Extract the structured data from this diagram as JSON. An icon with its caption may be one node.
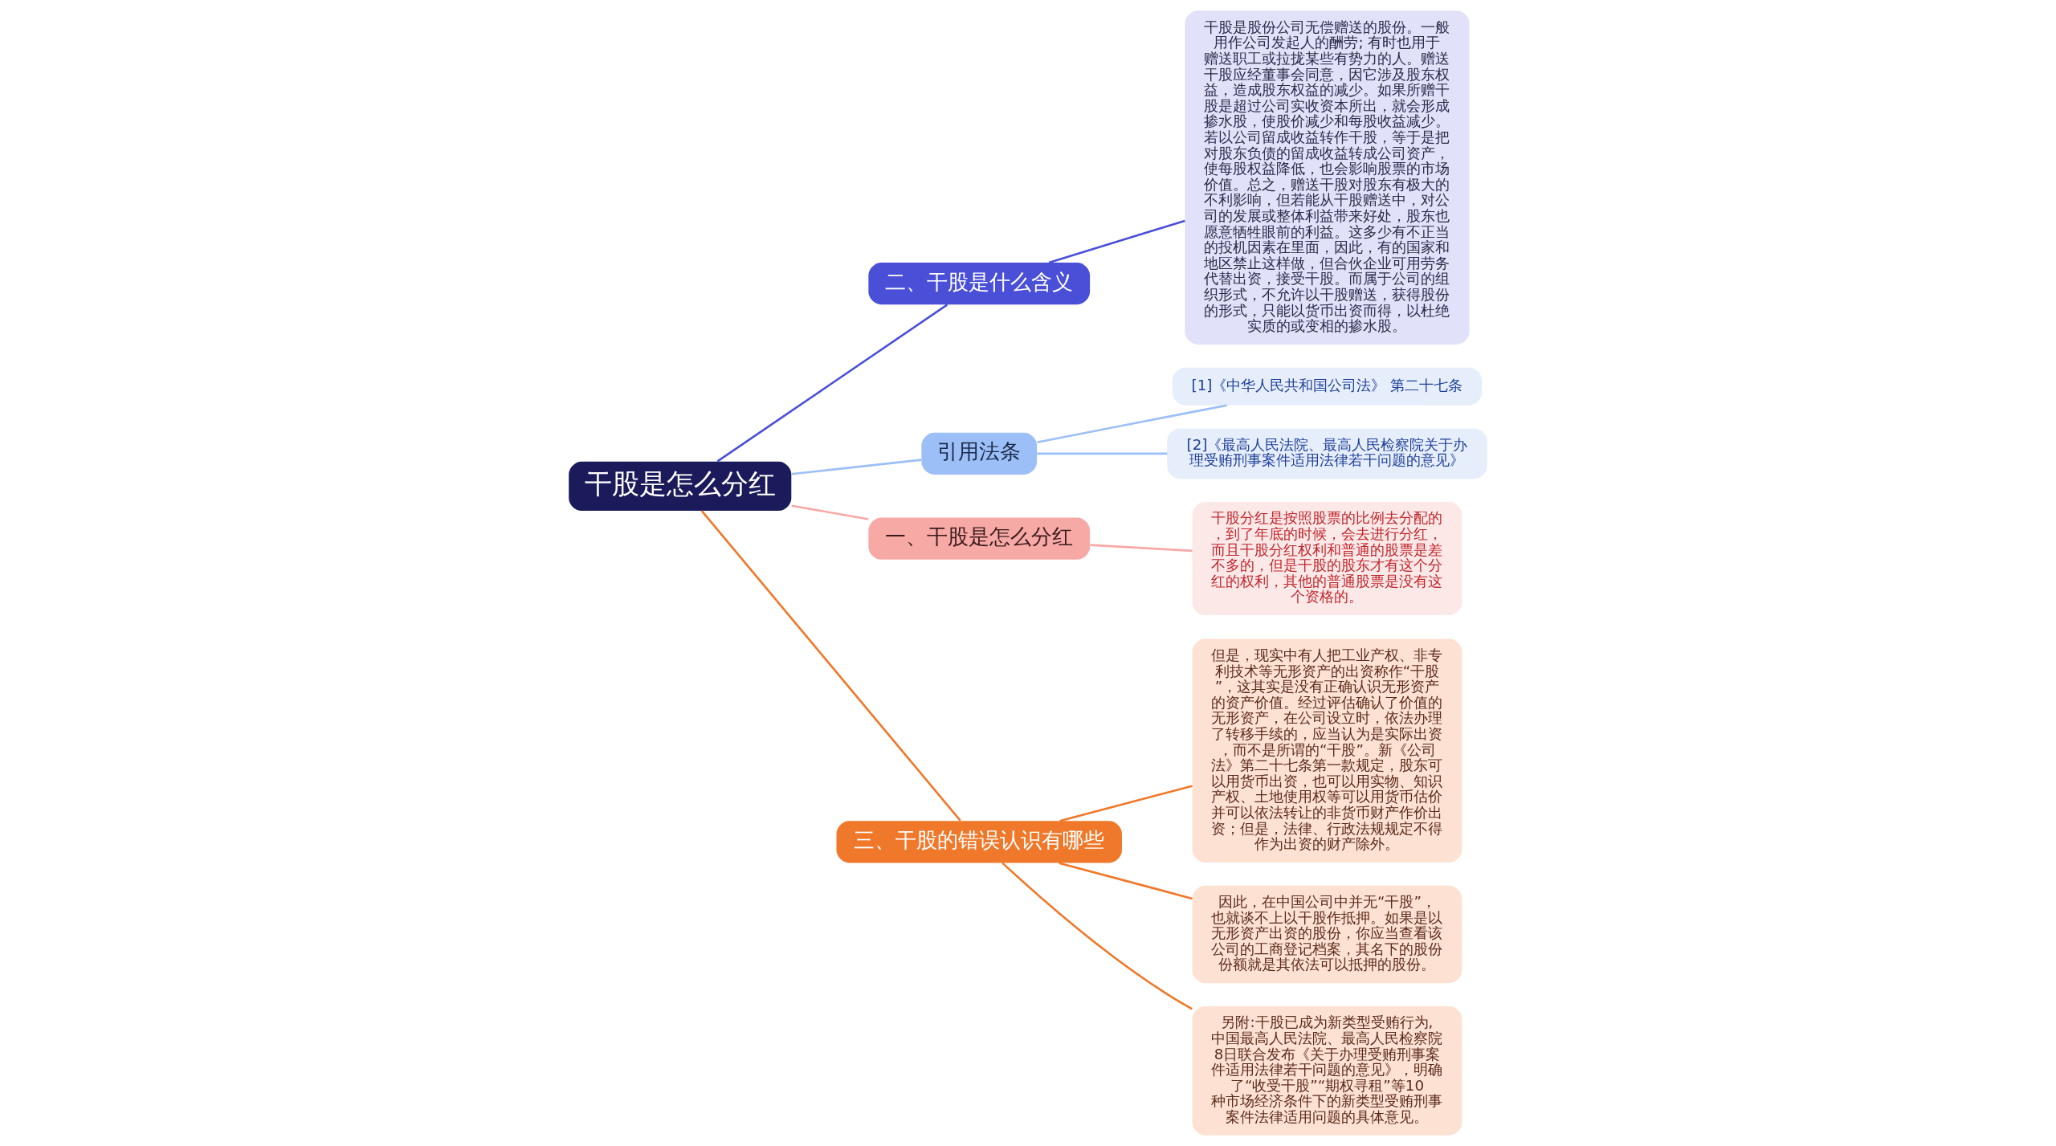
{
  "diagram": {
    "nodes": [
      {
        "text": [
          "干股是怎么分红"
        ]
      },
      {
        "text": [
          "二、干股是什么含义"
        ]
      },
      {
        "text": [
          "干股是股份公司无偿赠送的股份。一般用作公司发起人的酬劳; 有时也用于赠送职工或拉拢某些有势力的人。赠送干股应经董事会同意，因它涉及股东权益，造成股东权益的减少。如果所赠干股是超过公司实收资本所出，就会形成掺水股，使股价减少和每股收益减少。若以公司留成收益转作干股，等于是把对股东负债的留成收益转成公司资产，使每股权益降低，也会影响股票的市场价值。总之，赠送干股对股东有极大的不利影响，但若能从干股赠送中，对公司的发展或整体利益带来好处，股东也愿意牺牲眼前的利益。这多少有不正当的投机因素在里面，因此，有的国家和地区禁止这样做，但合伙企业可用劳务代替出资，接受干股。而属于公司的组织形式，不允许以干股赠送，获得股份的形式，只能以货币出资而得，以杜绝实质的或变相的掺水股。"
        ]
      },
      {
        "text": [
          "引用法条"
        ]
      },
      {
        "text": [
          "[1]《中华人民共和国公司法》 第二十七条"
        ]
      },
      {
        "text": [
          "[2]《最高人民法院、最高人民检察院关于办理受贿刑事案件适用法律若干问题的意见》"
        ]
      },
      {
        "text": [
          "一、干股是怎么分红"
        ]
      },
      {
        "text": [
          "干股分红是按照股票的比例去分配的，到了年底的时候，会去进行分红，而且干股分红权利和普通的股票是差不多的，但是干股的股东才有这个分红的权利，其他的普通股票是没有这个资格的。"
        ]
      },
      {
        "text": [
          "三、干股的错误认识有哪些"
        ]
      },
      {
        "text": [
          "但是，现实中有人把工业产权、非专利技术等无形资产的出资称作“干股”，这其实是没有正确认识无形资产的资产价值。经过评估确认了价值的无形资产，在公司设立时，依法办理了转移手续的，应当认为是实际出资，而不是所谓的“干股”。新《公司法》第二十七条第一款规定，股东可以用货币出资，也可以用实物、知识产权、土地使用权等可以用货币估价并可以依法转让的非货币财产作价出资；但是，法律、行政法规规定不得作为出资的财产除外。"
        ]
      },
      {
        "text": [
          "因此，在中国公司中并无“干股”，也就谈不上以干股作抵押。如果是以无形资产出资的股份，你应当查看该公司的工商登记档案，其名下的股份份额就是其依法可以抵押的股份。"
        ]
      },
      {
        "text": [
          "另附:干股已成为新类型受贿行为,中国最高人民法院、最高人民检察院8日联合发布《关于办理受贿刑事案件适用法律若干问题的意见》，明确了“收受干股”“期权寻租”等10种市场经济条件下的新类型受贿刑事案件法律适用问题的具体意见。"
        ]
      }
    ],
    "edges": [
      {
        "from": 0,
        "to": 1,
        "arrow": "none",
        "color": "#4a4fd8"
      },
      {
        "from": 1,
        "to": 2,
        "arrow": "none",
        "color": "#4a4fd8"
      },
      {
        "from": 0,
        "to": 3,
        "arrow": "none",
        "color": "#9dbff7"
      },
      {
        "from": 3,
        "to": 4,
        "arrow": "none",
        "color": "#9dbff7"
      },
      {
        "from": 3,
        "to": 5,
        "arrow": "none",
        "color": "#9dbff7"
      },
      {
        "from": 0,
        "to": 6,
        "arrow": "none",
        "color": "#f7a9a6"
      },
      {
        "from": 6,
        "to": 7,
        "arrow": "none",
        "color": "#f7a9a6"
      },
      {
        "from": 0,
        "to": 8,
        "arrow": "none",
        "color": "#f0782a"
      },
      {
        "from": 8,
        "to": 9,
        "arrow": "none",
        "color": "#f0782a"
      },
      {
        "from": 8,
        "to": 10,
        "arrow": "none",
        "color": "#f0782a"
      },
      {
        "from": 8,
        "to": 11,
        "arrow": "none",
        "color": "#f0782a"
      }
    ]
  }
}
